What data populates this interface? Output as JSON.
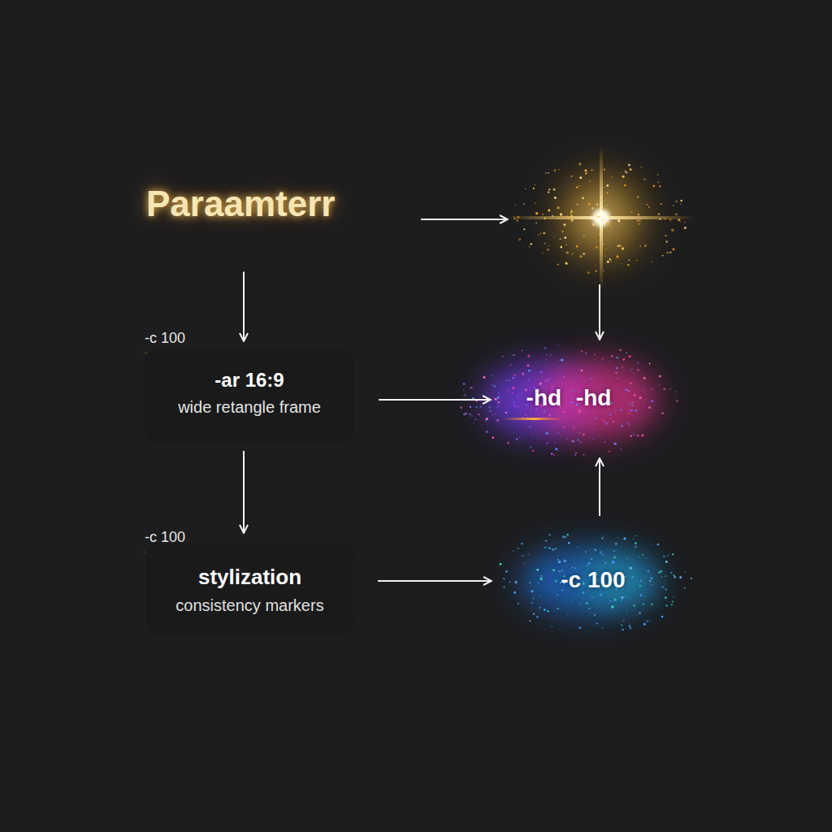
{
  "diagram": {
    "nodes": [
      {
        "text": [
          "Paraamterr"
        ]
      },
      {
        "text": [
          "-ar 16:9",
          "wide retangle frame"
        ]
      },
      {
        "text": [
          "stylization",
          "consistency markers"
        ]
      },
      {
        "text": [
          "-hd -hd"
        ]
      },
      {
        "text": [
          "-c 100"
        ]
      }
    ],
    "edges": [
      {
        "from": 0,
        "to": 1,
        "arrow": "to"
      },
      {
        "from": 1,
        "to": 2,
        "arrow": "to"
      },
      {
        "from": 1,
        "to": 3,
        "arrow": "to"
      },
      {
        "from": 2,
        "to": 4,
        "arrow": "to"
      },
      {
        "from": 4,
        "to": 3,
        "arrow": "to"
      }
    ],
    "labels": [
      "-c 100",
      "-c 100"
    ]
  }
}
